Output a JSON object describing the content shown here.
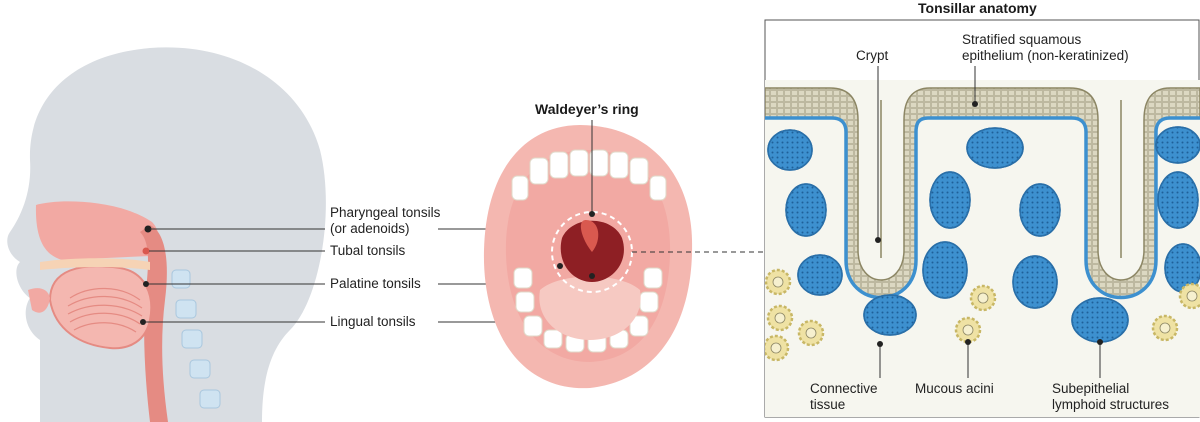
{
  "head_labels": {
    "pharyngeal_line1": "Pharyngeal tonsils",
    "pharyngeal_line2": "(or adenoids)",
    "tubal": "Tubal tonsils",
    "palatine": "Palatine tonsils",
    "lingual": "Lingual tonsils"
  },
  "mouth": {
    "title": "Waldeyer’s ring"
  },
  "anatomy": {
    "title": "Tonsillar anatomy",
    "crypt": "Crypt",
    "epithelium_line1": "Stratified squamous",
    "epithelium_line2": "epithelium (non-keratinized)",
    "connective_line1": "Connective",
    "connective_line2": "tissue",
    "mucous_acini": "Mucous acini",
    "lymphoid_line1": "Subepithelial",
    "lymphoid_line2": "lymphoid structures"
  },
  "colors": {
    "head_gray": "#d9dde2",
    "tissue_pink": "#f2a9a3",
    "mucosa_red": "#d9594f",
    "throat_dark": "#8e1f24",
    "epithelium_tan": "#d9d6bf",
    "lymphoid_blue": "#3d90cf",
    "acini_yellow": "#efe2a4",
    "connective_cream": "#f6f6ef"
  }
}
